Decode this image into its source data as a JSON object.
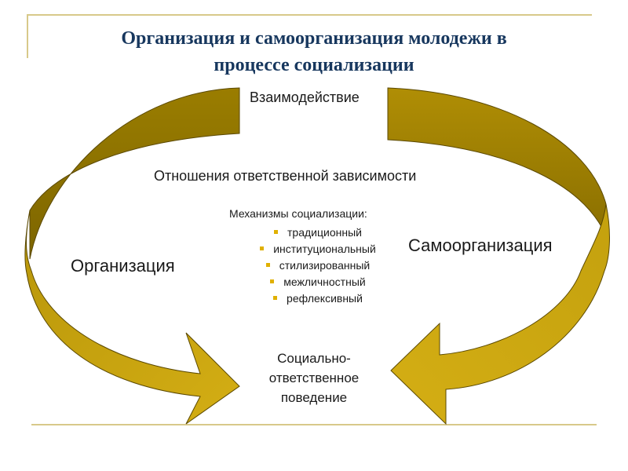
{
  "title_line1": "Организация и самоорганизация молодежи в",
  "title_line2": "процессе социализации",
  "interaction": "Взаимодействие",
  "relations": "Отношения ответственной зависимости",
  "mechanisms": {
    "title": "Механизмы социализации:",
    "items": [
      "традиционный",
      "институциональный",
      "стилизированный",
      "межличностный",
      "рефлексивный"
    ]
  },
  "organization": "Организация",
  "self_organization": "Самоорганизация",
  "behavior": [
    "Социально-",
    "ответственное",
    "поведение"
  ],
  "colors": {
    "title": "#17375e",
    "arrow_fill": "#c9a410",
    "arrow_top": "#8f7400",
    "bullet": "#e0b000",
    "frame": "#d8c98a"
  }
}
